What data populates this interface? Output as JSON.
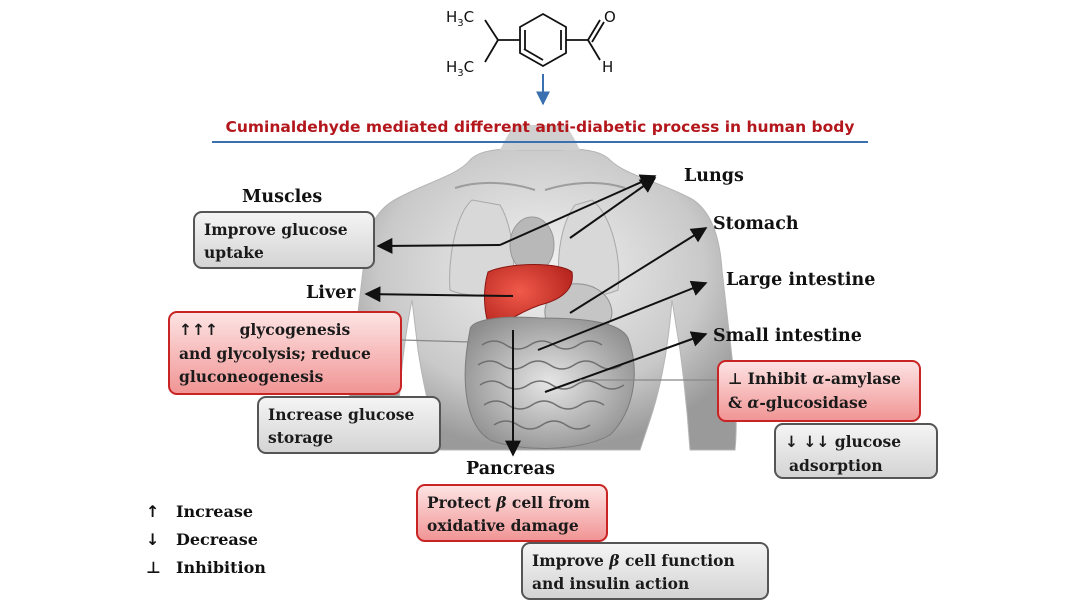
{
  "molecule": {
    "methyl_top": "H3C",
    "methyl_bottom": "H3C",
    "oxygen": "O",
    "hydrogen": "H"
  },
  "title": "Cuminaldehyde mediated different anti-diabetic process in human body",
  "organs": {
    "muscles": "Muscles",
    "lungs": "Lungs",
    "stomach": "Stomach",
    "liver": "Liver",
    "large_intestine": "Large intestine",
    "small_intestine": "Small intestine",
    "pancreas": "Pancreas"
  },
  "boxes": {
    "muscles": {
      "line1": "Improve glucose",
      "line2": "uptake"
    },
    "liver_red": {
      "arrows": "↑↑↑",
      "line1": "glycogenesis",
      "line2": "and glycolysis; reduce",
      "line3": "gluconeogenesis"
    },
    "liver_gray": {
      "line1": "Increase glucose",
      "line2": "storage"
    },
    "small_red": {
      "sym": "⊥",
      "line1a": "Inhibit ",
      "alpha1": "α",
      "line1b": "-amylase",
      "line2a": "& ",
      "alpha2": "α",
      "line2b": "-glucosidase"
    },
    "small_gray": {
      "arrows": "↓ ↓↓",
      "line1": "glucose",
      "line2": "adsorption"
    },
    "pancreas_red": {
      "line1a": "Protect ",
      "beta": "β",
      "line1b": " cell from",
      "line2": "oxidative damage"
    },
    "pancreas_gray": {
      "line1a": "Improve ",
      "beta": "β",
      "line1b": " cell function",
      "line2": "and insulin action"
    }
  },
  "legend": [
    {
      "symbol": "↑",
      "label": "Increase"
    },
    {
      "symbol": "↓",
      "label": "Decrease"
    },
    {
      "symbol": "⊥",
      "label": "Inhibition"
    }
  ],
  "colors": {
    "title": "#b3171c",
    "divider": "#3a6fb0",
    "red_box_border": "#c92424",
    "liver": "#d9302a"
  }
}
